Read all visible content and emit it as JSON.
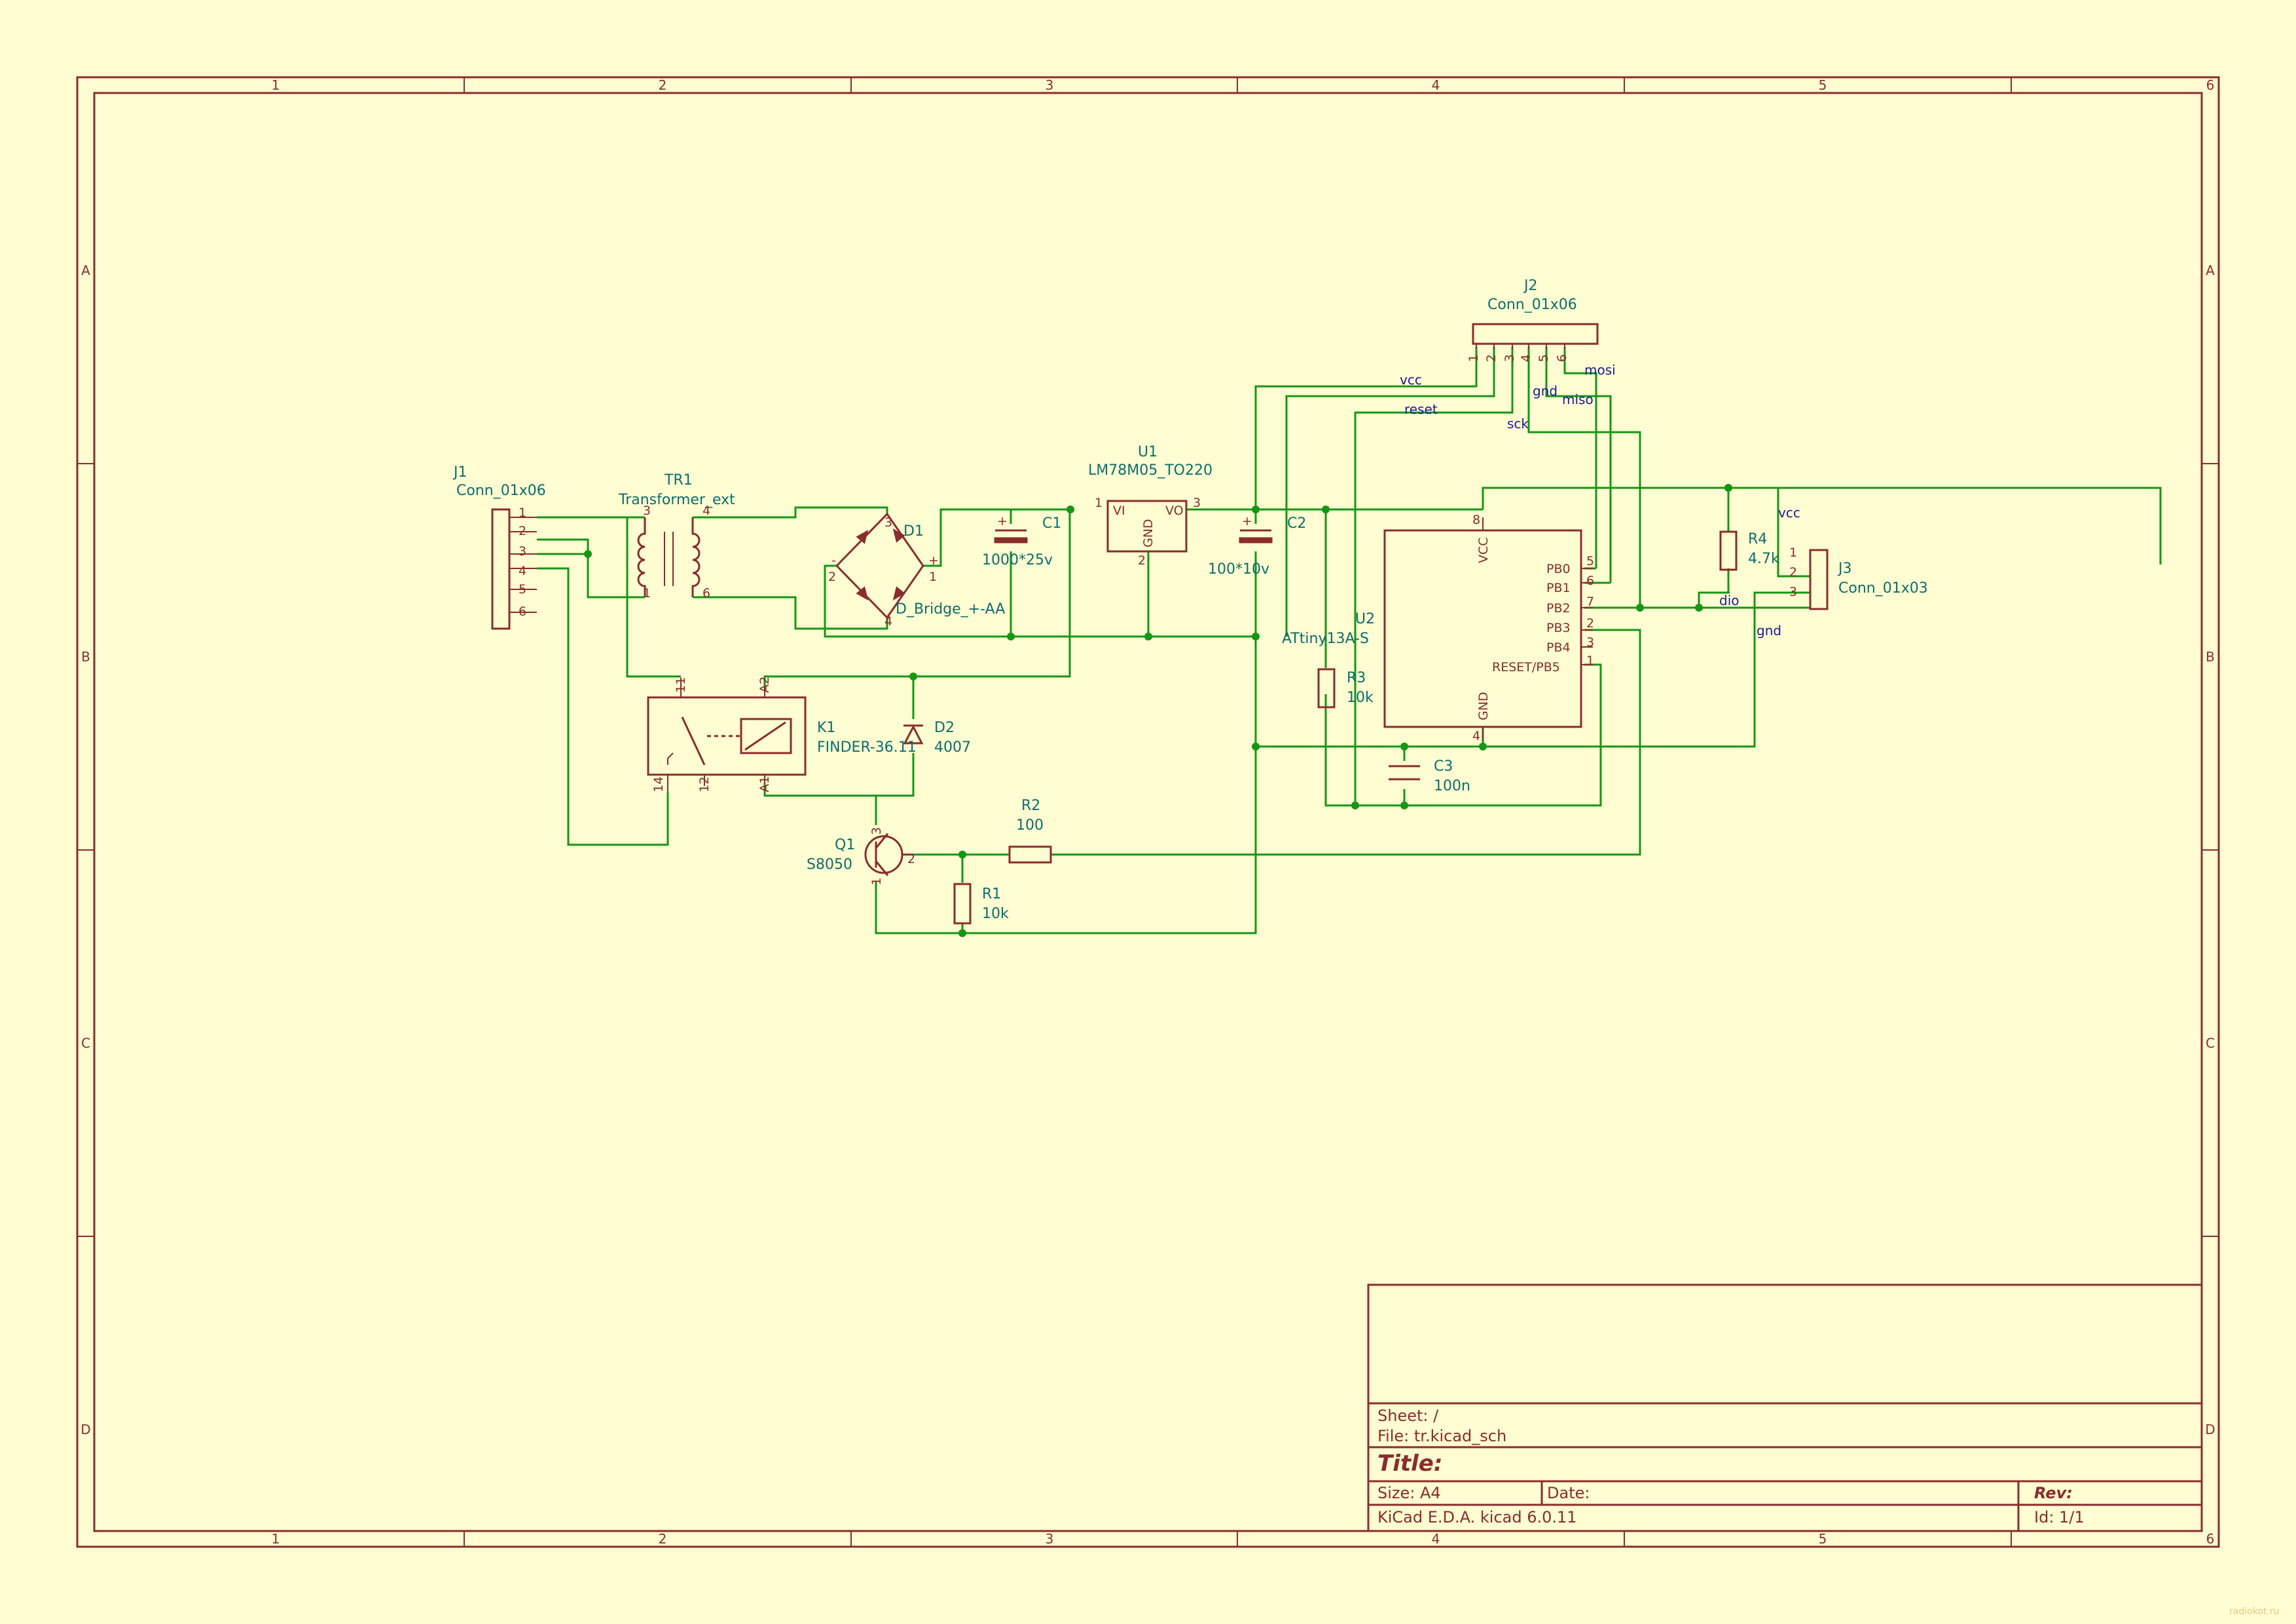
{
  "sheet": {
    "columns": [
      "1",
      "2",
      "3",
      "4",
      "5",
      "6"
    ],
    "rows": [
      "A",
      "B",
      "C",
      "D"
    ],
    "watermark": "radiokot.ru"
  },
  "components": {
    "J1": {
      "ref": "J1",
      "value": "Conn_01x06",
      "pins": [
        "1",
        "2",
        "3",
        "4",
        "5",
        "6"
      ]
    },
    "TR1": {
      "ref": "TR1",
      "value": "Transformer_ext",
      "pins": [
        "3",
        "1",
        "4",
        "6"
      ]
    },
    "D1": {
      "ref": "D1",
      "value": "D_Bridge_+-AA",
      "pins": [
        "3",
        "2",
        "1",
        "4"
      ],
      "minus": "-",
      "plus": "+"
    },
    "C1": {
      "ref": "C1",
      "value": "1000*25v"
    },
    "U1": {
      "ref": "U1",
      "value": "LM78M05_TO220",
      "pin_vi": "VI",
      "pin_vo": "VO",
      "pin_gnd": "GND",
      "pins": [
        "1",
        "3",
        "2"
      ]
    },
    "C2": {
      "ref": "C2",
      "value": "100*10v"
    },
    "J2": {
      "ref": "J2",
      "value": "Conn_01x06",
      "pins": [
        "1",
        "2",
        "3",
        "4",
        "5",
        "6"
      ]
    },
    "U2": {
      "ref": "U2",
      "value": "ATtiny13A-S",
      "vcc": "VCC",
      "gnd": "GND",
      "io": [
        "PB0",
        "PB1",
        "PB2",
        "PB3",
        "PB4",
        "RESET/PB5"
      ],
      "io_pins": [
        "5",
        "6",
        "7",
        "2",
        "3",
        "1"
      ],
      "vcc_pin": "8",
      "gnd_pin": "4"
    },
    "R3": {
      "ref": "R3",
      "value": "10k"
    },
    "C3": {
      "ref": "C3",
      "value": "100n"
    },
    "R4": {
      "ref": "R4",
      "value": "4.7k"
    },
    "J3": {
      "ref": "J3",
      "value": "Conn_01x03",
      "pins": [
        "1",
        "2",
        "3"
      ]
    },
    "K1": {
      "ref": "K1",
      "value": "FINDER-36.11",
      "pins": [
        "11",
        "A2",
        "14",
        "12",
        "A1"
      ]
    },
    "D2": {
      "ref": "D2",
      "value": "4007"
    },
    "Q1": {
      "ref": "Q1",
      "value": "S8050",
      "pins": [
        "3",
        "2",
        "1"
      ]
    },
    "R2": {
      "ref": "R2",
      "value": "100"
    },
    "R1": {
      "ref": "R1",
      "value": "10k"
    }
  },
  "nets": {
    "vcc": "vcc",
    "reset": "reset",
    "gnd": "gnd",
    "mosi": "mosi",
    "miso": "miso",
    "sck": "sck",
    "dio": "dio"
  },
  "titleblock": {
    "sheet": "Sheet: /",
    "file": "File: tr.kicad_sch",
    "title": "Title:",
    "size": "Size: A4",
    "date": "Date:",
    "rev": "Rev:",
    "tool": "KiCad E.D.A.  kicad 6.0.11",
    "id": "Id: 1/1"
  },
  "colors": {
    "background": "#fffdd1",
    "border": "#8a2d2d",
    "wire": "#159615",
    "label": "#0b6f6f",
    "net": "#1a1a9e"
  }
}
